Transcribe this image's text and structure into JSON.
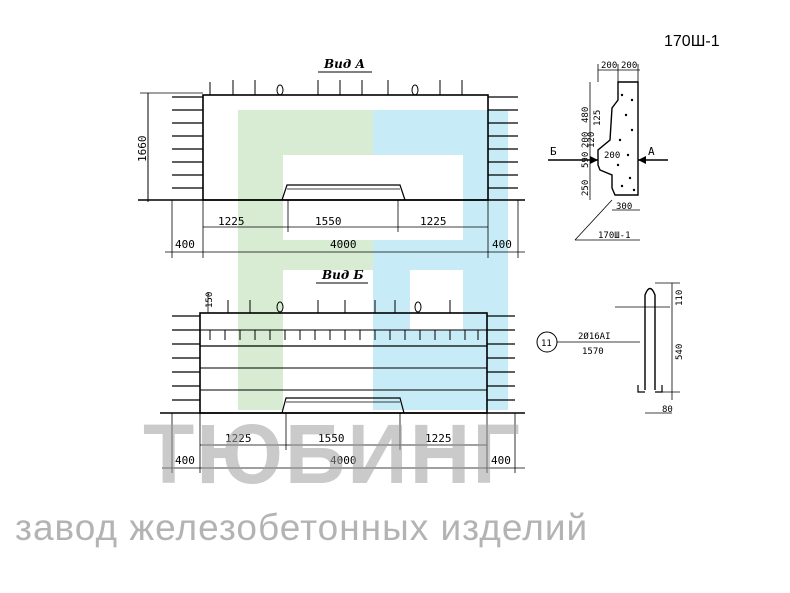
{
  "drawing": {
    "code": "170Ш-1",
    "view_a": {
      "title": "Вид А",
      "height_dim": "1660",
      "dims_top": [
        "1225",
        "1550",
        "1225"
      ],
      "dims_bottom": [
        "400",
        "4000",
        "400"
      ]
    },
    "view_b": {
      "title": "Вид Б",
      "dim_150": "150",
      "dims_top": [
        "1225",
        "1550",
        "1225"
      ],
      "dims_bottom": [
        "400",
        "4000",
        "400"
      ]
    },
    "section": {
      "dims_top": [
        "200",
        "200"
      ],
      "dims_left": [
        "480",
        "200",
        "120",
        "590",
        "250"
      ],
      "dims_inner": [
        "125",
        "200",
        "300"
      ],
      "arrow_left": "Б",
      "arrow_right": "А",
      "label": "170Ш-1"
    },
    "loop": {
      "marker": "11",
      "spec_line1": "2Ø16AI",
      "spec_line2": "1570",
      "dim_top": "110",
      "dim_height": "540",
      "dim_bottom": "80"
    }
  },
  "watermark": {
    "name": "ТЮБИНГ",
    "subtitle": "завод железобетонных изделий",
    "colors": {
      "green": "#d8ecd4",
      "blue": "#c7ecf7",
      "grey": "#9e9e9e"
    }
  }
}
